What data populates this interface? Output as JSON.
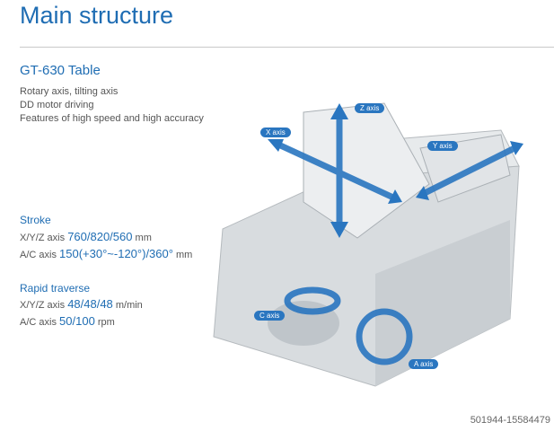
{
  "title": "Main structure",
  "subtitle": "GT-630 Table",
  "features": [
    "Rotary axis, tilting axis",
    "DD motor driving",
    "Features of high speed and high accuracy"
  ],
  "stroke": {
    "heading": "Stroke",
    "xyz_label": "X/Y/Z axis",
    "xyz_value": "760/820/560",
    "xyz_unit": "mm",
    "ac_label": "A/C axis",
    "ac_value": "150(+30°~-120°)/360°",
    "ac_unit": "mm"
  },
  "rapid": {
    "heading": "Rapid traverse",
    "xyz_label": "X/Y/Z axis",
    "xyz_value": "48/48/48",
    "xyz_unit": "m/min",
    "ac_label": "A/C axis",
    "ac_value": "50/100",
    "ac_unit": "rpm"
  },
  "axes": {
    "x": "X axis",
    "y": "Y axis",
    "z": "Z axis",
    "c": "C axis",
    "a": "A axis"
  },
  "watermark": "501944-15584479",
  "colors": {
    "accent": "#1f6db3"
  }
}
